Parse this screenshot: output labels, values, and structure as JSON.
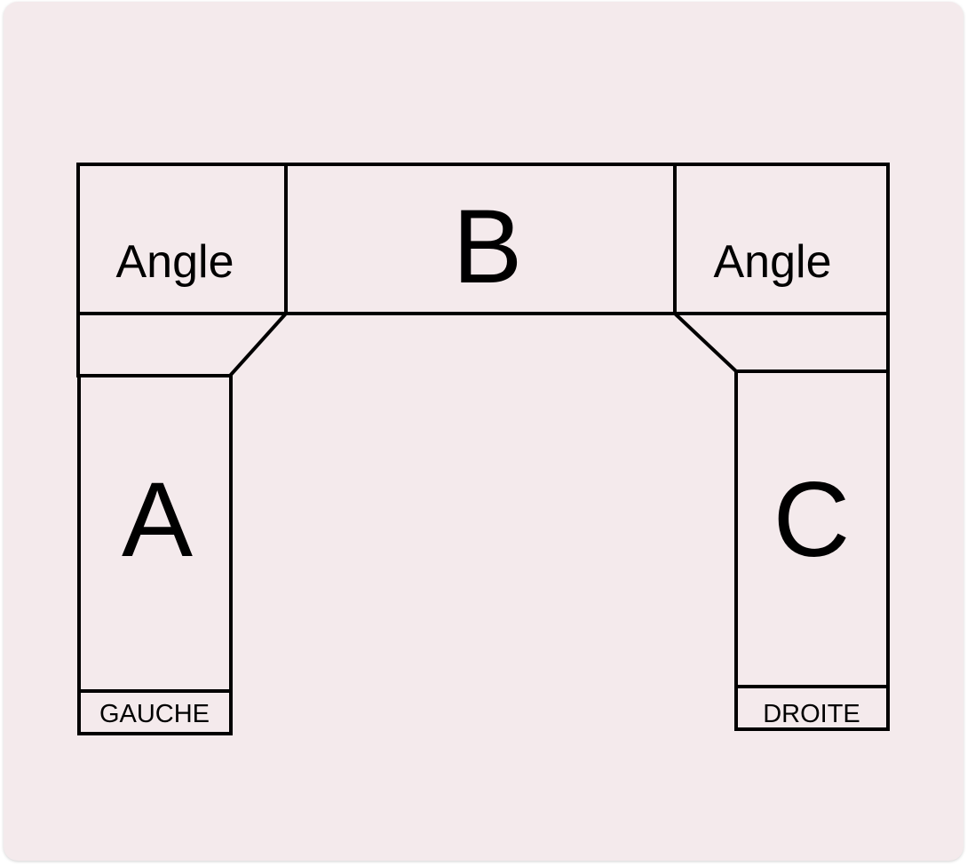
{
  "colors": {
    "background": "#f4eaec",
    "stroke": "#000000",
    "text": "#000000"
  },
  "diagram": {
    "corner_left_label": "Angle",
    "section_b_label": "B",
    "corner_right_label": "Angle",
    "section_a_label": "A",
    "section_c_label": "C",
    "left_footer_label": "GAUCHE",
    "right_footer_label": "DROITE"
  }
}
